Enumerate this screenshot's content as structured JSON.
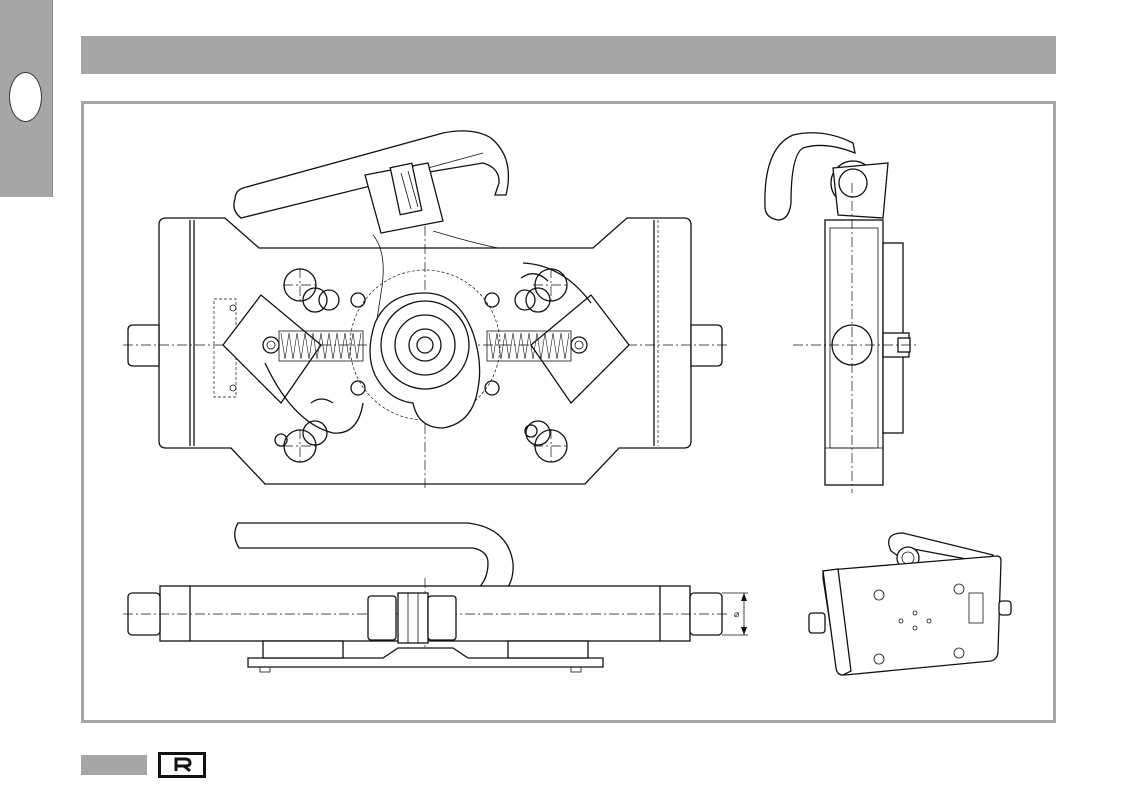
{
  "header": {
    "title": ""
  },
  "drawing": {
    "views": [
      "front-view",
      "side-view",
      "bottom-view",
      "isometric-view"
    ],
    "dimension_symbol": "⌀"
  },
  "footer": {
    "page": ""
  },
  "colors": {
    "band": "#a6a6a6",
    "line": "#111111",
    "paper": "#ffffff"
  },
  "icons": {
    "logo": "r-logo",
    "side_tab": "circle-tab-icon"
  }
}
